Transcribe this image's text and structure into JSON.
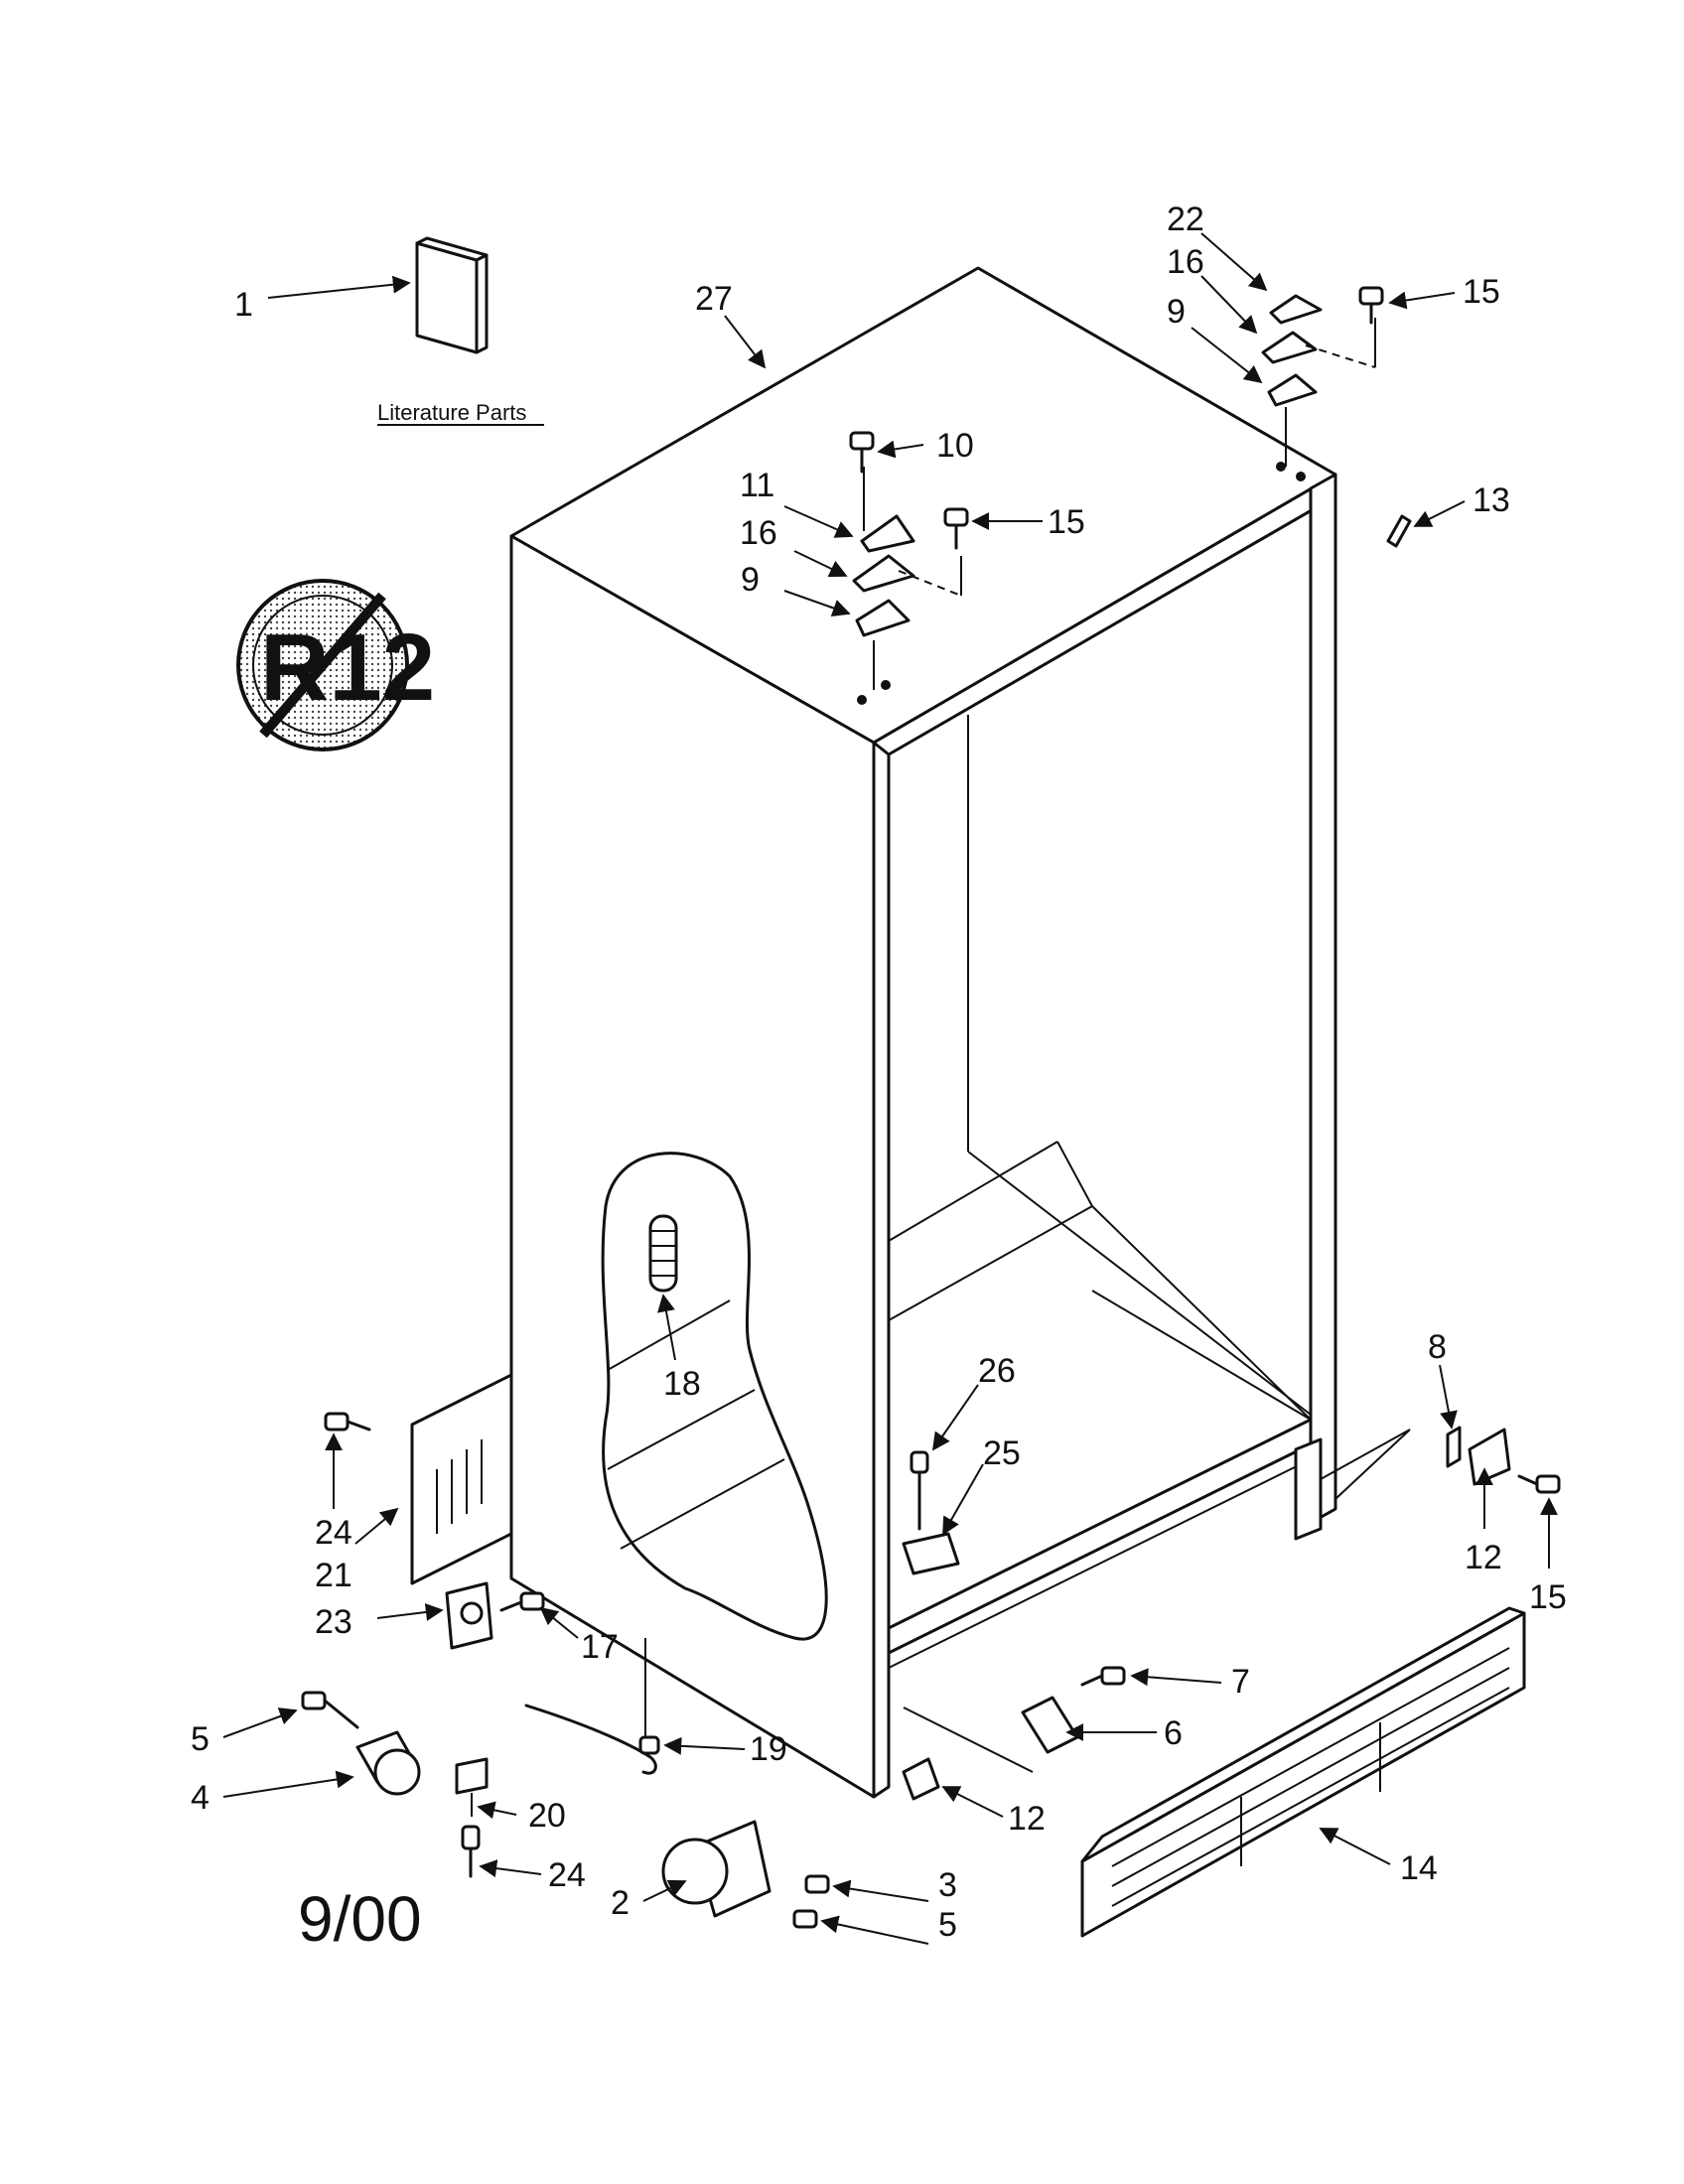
{
  "literature_label": "Literature Parts",
  "badge_text": "R12",
  "date": "9/00",
  "callouts": [
    "1",
    "27",
    "22",
    "16",
    "9",
    "15",
    "10",
    "11",
    "16",
    "15",
    "9",
    "13",
    "18",
    "26",
    "25",
    "8",
    "24",
    "21",
    "23",
    "17",
    "12",
    "15",
    "5",
    "4",
    "19",
    "20",
    "24",
    "2",
    "3",
    "5",
    "7",
    "6",
    "12",
    "14"
  ]
}
